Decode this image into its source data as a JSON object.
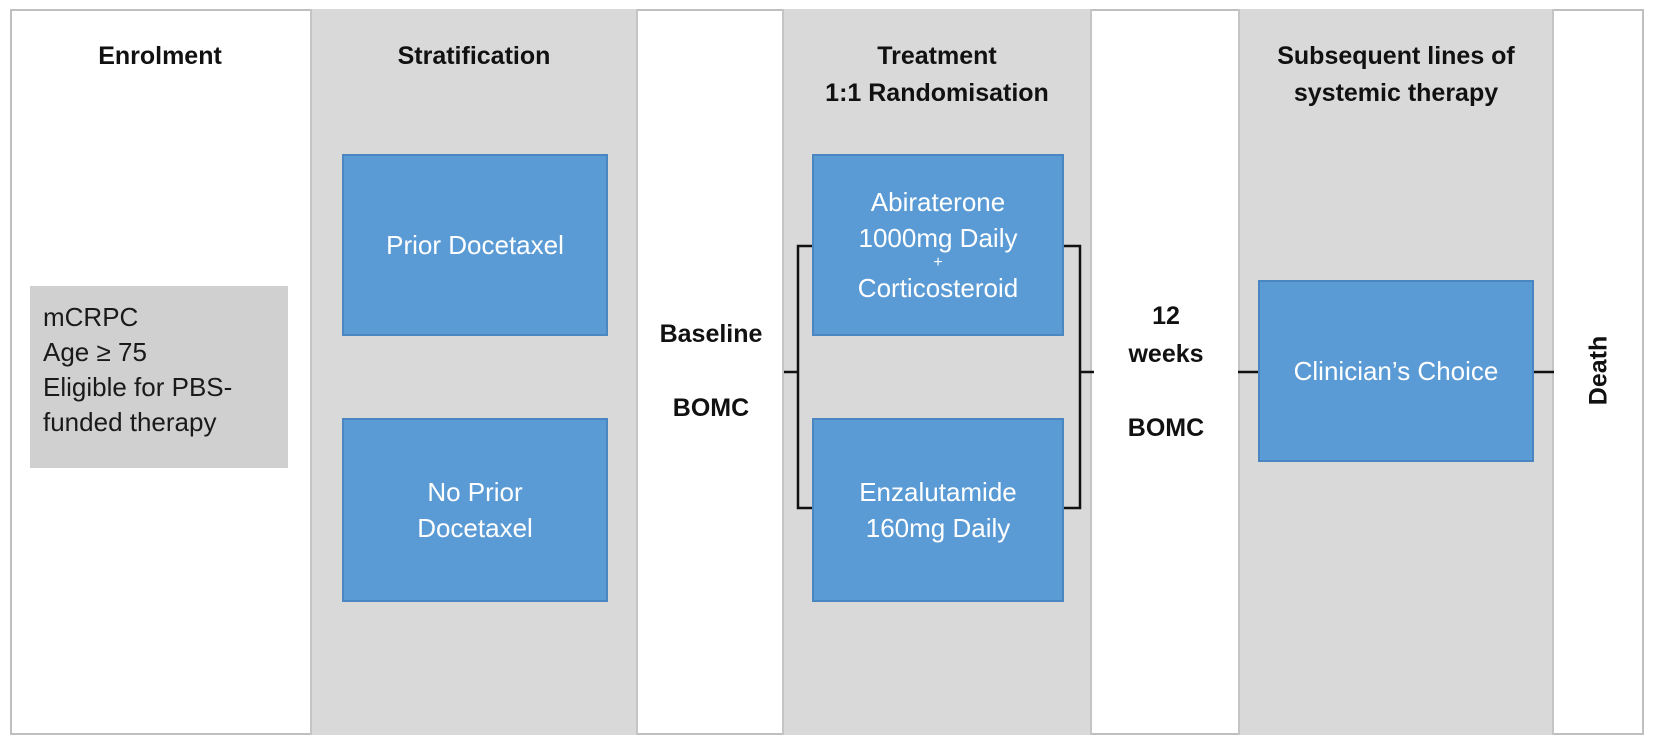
{
  "columns": {
    "enrolment": "Enrolment",
    "stratification": "Stratification",
    "treatment": [
      "Treatment",
      "1:1 Randomisation"
    ],
    "subsequent": [
      "Subsequent lines of",
      "systemic therapy"
    ]
  },
  "enrolment_box": [
    "mCRPC",
    "Age ≥ 75",
    "Eligible for PBS-",
    "funded therapy"
  ],
  "strata": {
    "prior": "Prior Docetaxel",
    "no_prior": [
      "No Prior",
      "Docetaxel"
    ]
  },
  "baseline": {
    "label": "Baseline",
    "bomc": "BOMC"
  },
  "arms": {
    "abiraterone": [
      "Abiraterone",
      "1000mg Daily",
      "+",
      "Corticosteroid"
    ],
    "enzalutamide": [
      "Enzalutamide",
      "160mg Daily"
    ]
  },
  "followup": {
    "number": "12",
    "unit": "weeks",
    "bomc": "BOMC"
  },
  "subsequent_box": "Clinician’s Choice",
  "endpoint": "Death",
  "colors": {
    "band": "#d9d9d9",
    "box_blue": "#5b9bd5",
    "box_gray": "#d0d0d0",
    "line": "#111111"
  }
}
